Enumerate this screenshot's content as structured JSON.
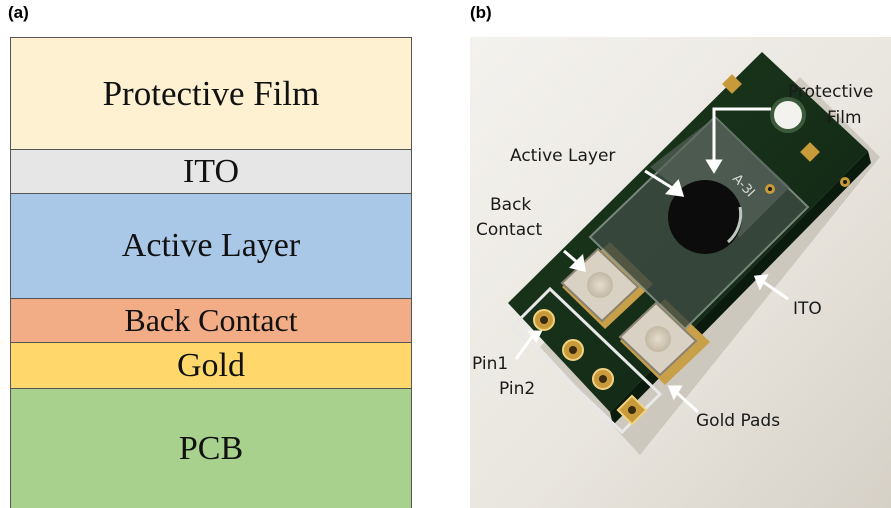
{
  "panel_a": {
    "label": "(a)",
    "layers": [
      {
        "name": "Protective Film",
        "color": "#fdf1d2"
      },
      {
        "name": "ITO",
        "color": "#e6e6e6"
      },
      {
        "name": "Active Layer",
        "color": "#a9c8e8"
      },
      {
        "name": "Back Contact",
        "color": "#f3ad86"
      },
      {
        "name": "Gold",
        "color": "#ffd76a"
      },
      {
        "name": "PCB",
        "color": "#a8d18d"
      }
    ]
  },
  "panel_b": {
    "label": "(b)",
    "annotations": {
      "protective_film_1": "Protective",
      "protective_film_2": "Film",
      "active_layer": "Active Layer",
      "back_contact_1": "Back",
      "back_contact_2": "Contact",
      "ito": "ITO",
      "pin1": "Pin1",
      "pin2": "Pin2",
      "gold_pads": "Gold Pads",
      "chip_marking": "A-3I"
    }
  }
}
